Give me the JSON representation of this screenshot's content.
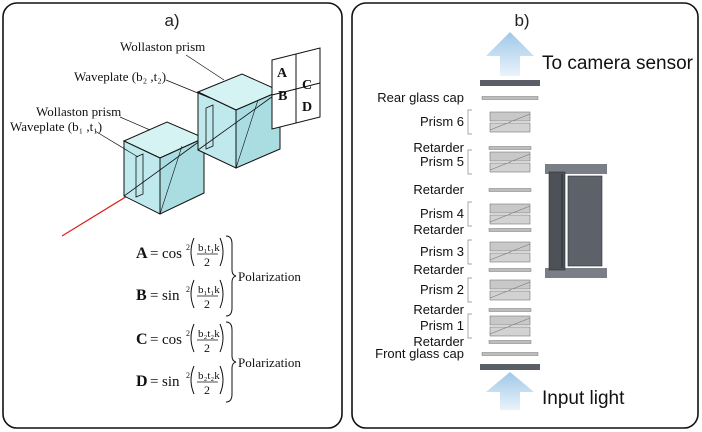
{
  "panels": {
    "a": {
      "label": "a)",
      "prism_top_label": "Wollaston prism",
      "waveplate_top_label": "Waveplate (b₂ ,t₂)",
      "prism_bottom_label": "Wollaston prism",
      "waveplate_bottom_label": "Waveplate (b₁ ,t₁)",
      "grid_cells": [
        "A",
        "C",
        "B",
        "D"
      ],
      "equations": [
        {
          "var": "A",
          "fn": "cos",
          "frac_top": "b₁t₁k",
          "frac_bottom": "2"
        },
        {
          "var": "B",
          "fn": "sin",
          "frac_top": "b₁t₁k",
          "frac_bottom": "2"
        },
        {
          "var": "C",
          "fn": "cos",
          "frac_top": "b₂t₂k",
          "frac_bottom": "2"
        },
        {
          "var": "D",
          "fn": "sin",
          "frac_top": "b₂t₂k",
          "frac_bottom": "2"
        }
      ],
      "brace_label_1": "Polarization",
      "brace_label_2": "Polarization"
    },
    "b": {
      "label": "b)",
      "top_arrow_label": "To camera sensor",
      "bottom_arrow_label": "Input light",
      "layers": [
        "Rear glass cap",
        "Prism 6",
        "Retarder",
        "Prism 5",
        "Retarder",
        "Prism 4",
        "Retarder",
        "Prism 3",
        "Retarder",
        "Prism 2",
        "Retarder",
        "Prism 1",
        "Retarder",
        "Front glass cap"
      ]
    }
  },
  "colors": {
    "prism_fill": "#bfe9ec",
    "beam": "#d9221c",
    "arrow": "#a9cdea",
    "stack_gray": "#c8c8c8",
    "housing": "#555a62"
  }
}
